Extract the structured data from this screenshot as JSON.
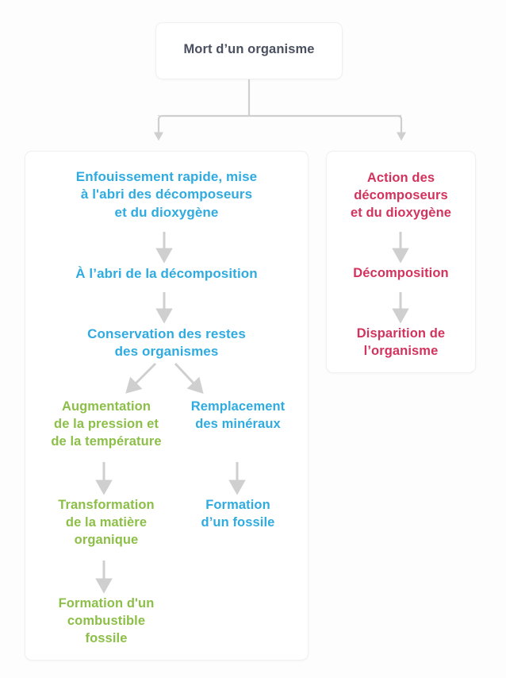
{
  "diagram": {
    "title": "Mort d’un organisme",
    "colors": {
      "blue": "#2fabe0",
      "pink": "#d2335d",
      "green": "#8cbf47",
      "title_text": "#4a5060",
      "connector": "#cfcfcf",
      "background": "#fdfdfd",
      "card_border": "#f0f0f1"
    },
    "root": {
      "label": "Mort d’un organisme"
    },
    "branch_left": {
      "steps": [
        {
          "id": "enfouissement",
          "label": "Enfouissement rapide, mise\nà l'abri des décomposeurs\net du dioxygène",
          "color": "blue"
        },
        {
          "id": "abri",
          "label": "À l’abri de la décomposition",
          "color": "blue"
        },
        {
          "id": "conservation",
          "label": "Conservation des restes\ndes organismes",
          "color": "blue"
        },
        {
          "id": "augmentation",
          "label": "Augmentation\nde la pression et\nde la température",
          "color": "green"
        },
        {
          "id": "remplacement",
          "label": "Remplacement\ndes minéraux",
          "color": "blue"
        },
        {
          "id": "transformation",
          "label": "Transformation\nde la matière\norganique",
          "color": "green"
        },
        {
          "id": "fossile",
          "label": "Formation\nd’un fossile",
          "color": "blue"
        },
        {
          "id": "combustible",
          "label": "Formation d'un\ncombustible\nfossile",
          "color": "green"
        }
      ]
    },
    "branch_right": {
      "steps": [
        {
          "id": "action",
          "label": "Action des\ndécomposeurs\net du dioxygène",
          "color": "pink"
        },
        {
          "id": "decomposition",
          "label": "Décomposition",
          "color": "pink"
        },
        {
          "id": "disparition",
          "label": "Disparition de\nl’organisme",
          "color": "pink"
        }
      ]
    }
  }
}
